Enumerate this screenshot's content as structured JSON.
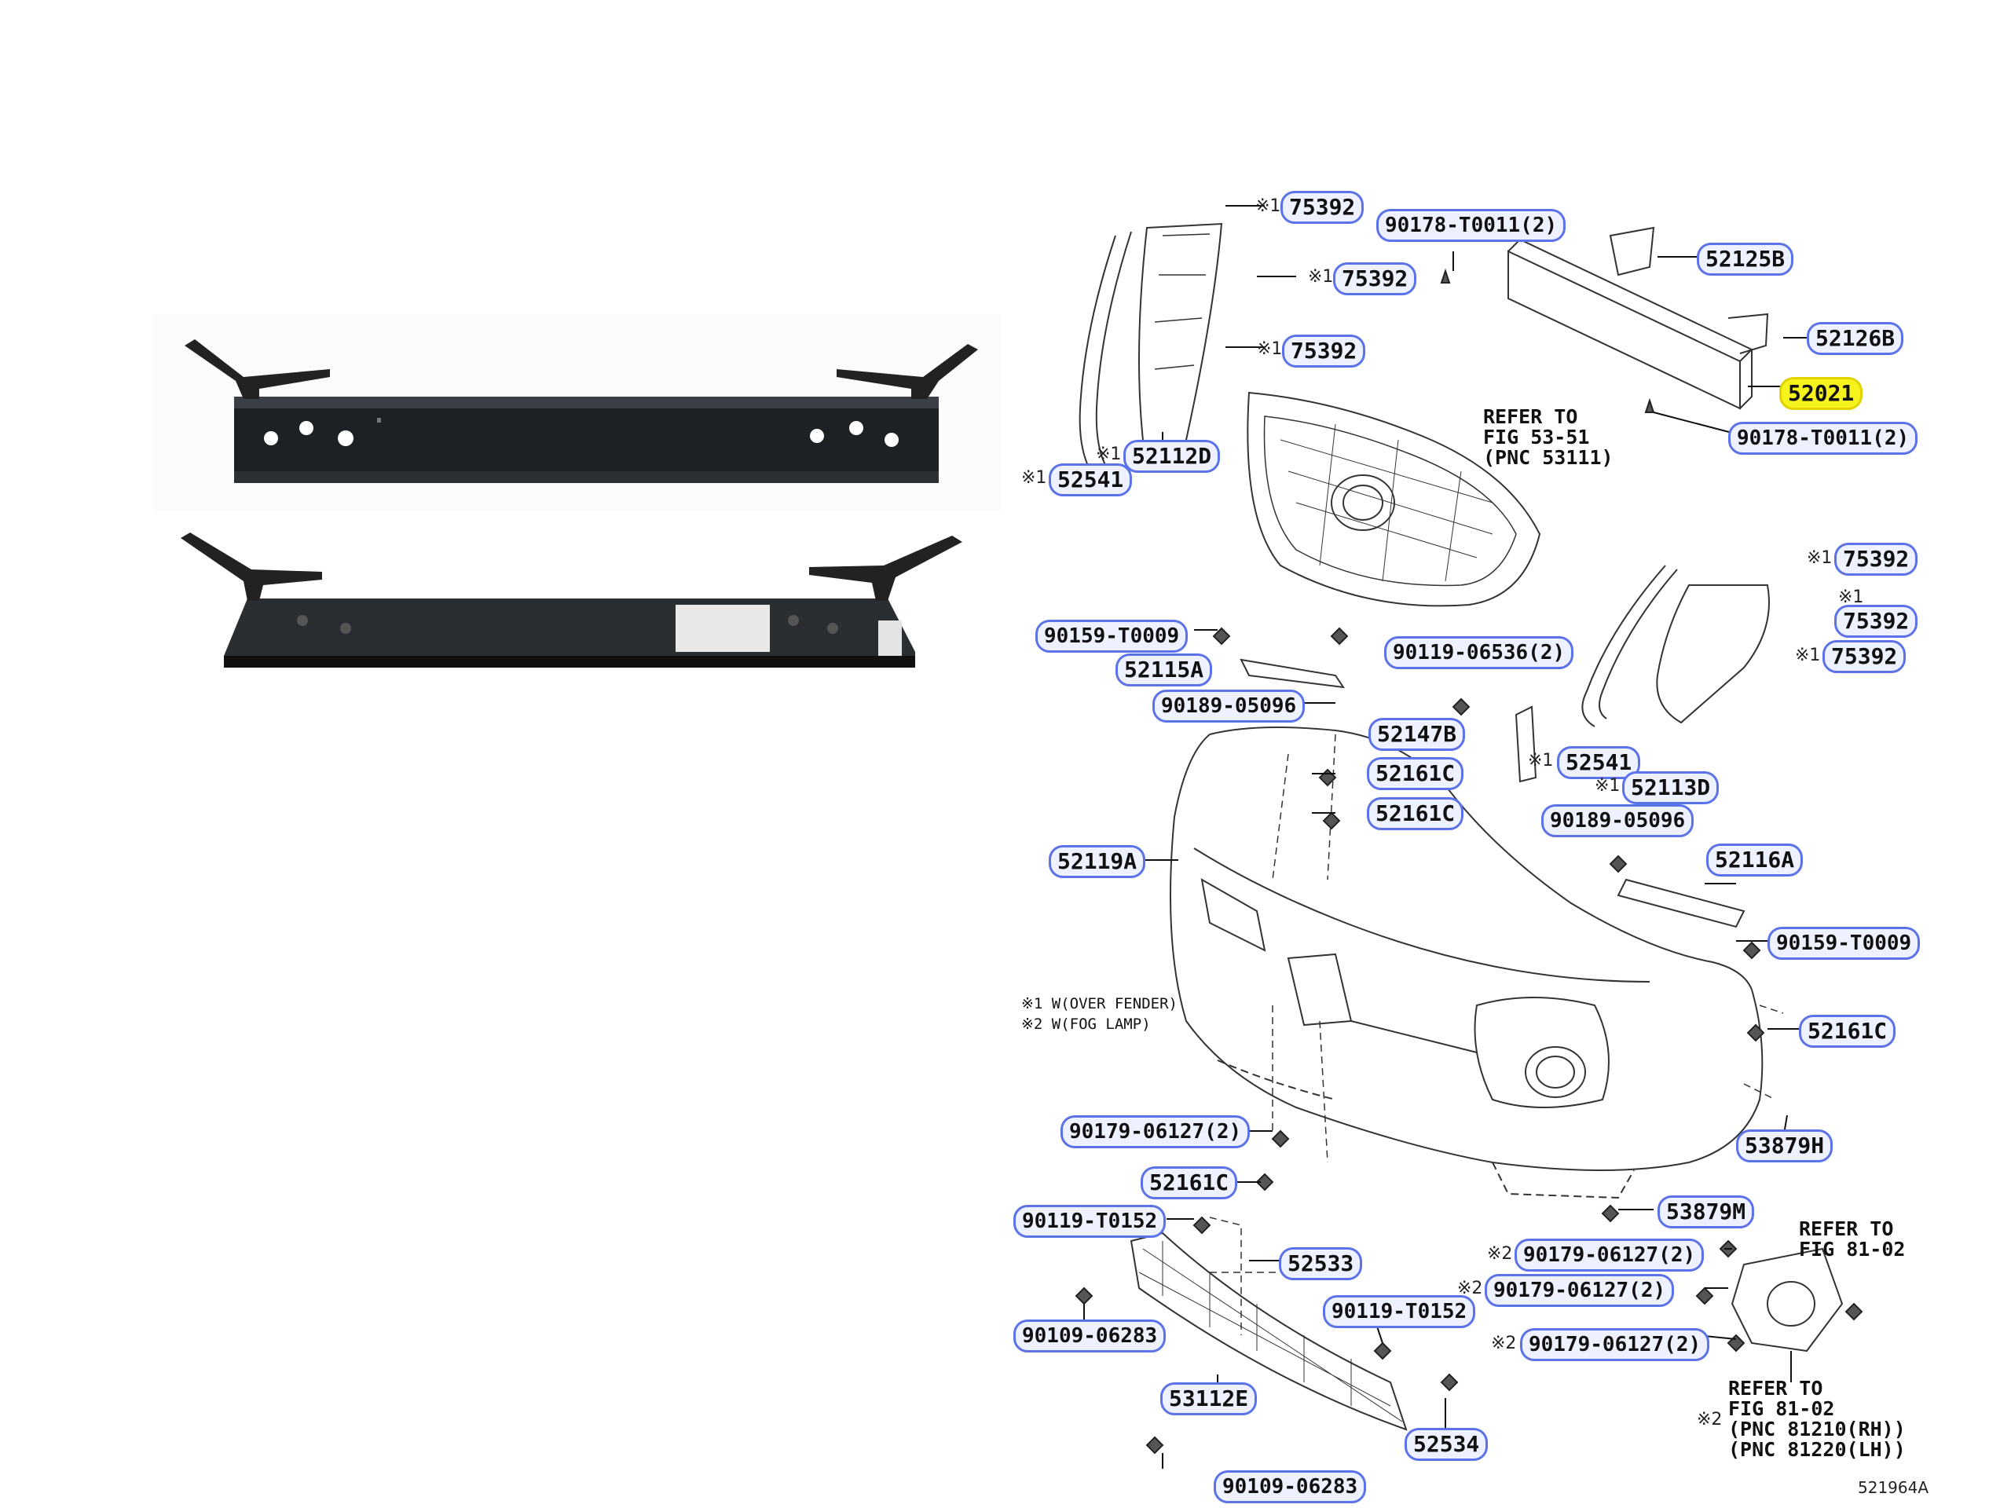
{
  "diagram": {
    "figure_number": "521964A",
    "notes": {
      "legend_line1": "※1 W(OVER FENDER)",
      "legend_line2": "※2 W(FOG LAMP)",
      "refer_grille_1": "REFER TO",
      "refer_grille_2": "FIG 53-51",
      "refer_grille_3": "(PNC 53111)",
      "refer_fog_top_1": "REFER TO",
      "refer_fog_top_2": "FIG 81-02",
      "refer_fog_bottom_1": "REFER TO",
      "refer_fog_bottom_2": "FIG 81-02",
      "refer_fog_bottom_3": "(PNC 81210(RH))",
      "refer_fog_bottom_4": "(PNC 81220(LH))"
    },
    "marks": {
      "m1": "※1",
      "m2": "※1",
      "m3": "※1",
      "m4": "※1",
      "m5": "※1",
      "m6": "※1",
      "m7": "※1",
      "m8": "※1",
      "m9": "※1",
      "m10": "※1",
      "m11": "※2",
      "m12": "※2",
      "m13": "※2",
      "m14": "※2"
    },
    "labels": {
      "l01": "75392",
      "l02": "90178-T0011(2)",
      "l03": "52125B",
      "l04": "75392",
      "l05": "52126B",
      "l06": "75392",
      "l07": "52021",
      "l08": "90178-T0011(2)",
      "l09": "52112D",
      "l10": "52541",
      "l11": "75392",
      "l12": "75392",
      "l13": "75392",
      "l14": "90159-T0009",
      "l15": "90119-06536(2)",
      "l16": "52115A",
      "l17": "90189-05096",
      "l18": "52147B",
      "l19": "52541",
      "l20": "52161C",
      "l21": "52113D",
      "l22": "52161C",
      "l23": "90189-05096",
      "l24": "52119A",
      "l25": "52116A",
      "l26": "90159-T0009",
      "l27": "52161C",
      "l28": "90179-06127(2)",
      "l29": "53879H",
      "l30": "52161C",
      "l31": "53879M",
      "l32": "90119-T0152",
      "l33": "90179-06127(2)",
      "l34": "52533",
      "l35": "90179-06127(2)",
      "l36": "90119-T0152",
      "l37": "90109-06283",
      "l38": "90179-06127(2)",
      "l39": "53112E",
      "l40": "52534",
      "l41": "90109-06283"
    },
    "highlight_color": "#f6f21c",
    "label_border_color": "#5b72e8"
  }
}
